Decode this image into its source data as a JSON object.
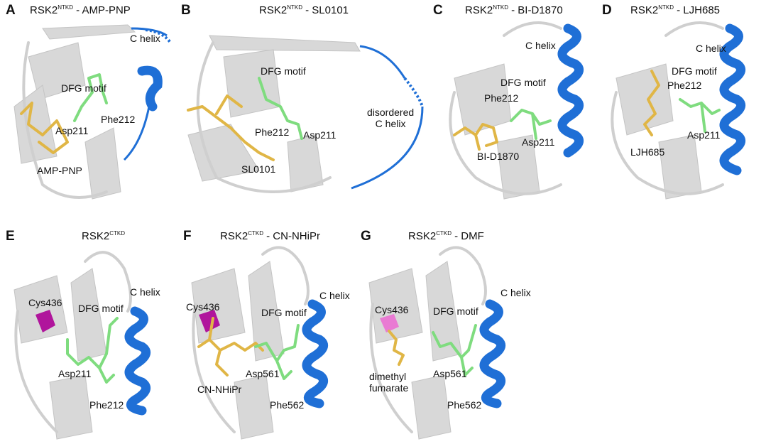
{
  "panels": [
    {
      "letter": "A",
      "title_main": "RSK2",
      "title_sup": "NTKD",
      "title_rest": " - AMP-PNP",
      "labels": {
        "helix": "C helix",
        "motif": "DFG motif",
        "phe": "Phe212",
        "asp": "Asp211",
        "ligand": "AMP-PNP"
      }
    },
    {
      "letter": "B",
      "title_main": "RSK2",
      "title_sup": "NTKD",
      "title_rest": " - SL0101",
      "labels": {
        "motif": "DFG motif",
        "phe": "Phe212",
        "asp": "Asp211",
        "ligand": "SL0101",
        "helix": "disordered\nC helix"
      }
    },
    {
      "letter": "C",
      "title_main": "RSK2",
      "title_sup": "NTKD",
      "title_rest": " - BI-D1870",
      "labels": {
        "helix": "C helix",
        "motif": "DFG motif",
        "phe": "Phe212",
        "asp": "Asp211",
        "ligand": "BI-D1870"
      }
    },
    {
      "letter": "D",
      "title_main": "RSK2",
      "title_sup": "NTKD",
      "title_rest": " - LJH685",
      "labels": {
        "helix": "C helix",
        "motif": "DFG motif",
        "phe": "Phe212",
        "asp": "Asp211",
        "ligand": "LJH685"
      }
    },
    {
      "letter": "E",
      "title_main": "RSK2",
      "title_sup": "CTKD",
      "title_rest": "",
      "labels": {
        "cys": "Cys436",
        "helix": "C helix",
        "motif": "DFG motif",
        "asp": "Asp211",
        "phe": "Phe212"
      }
    },
    {
      "letter": "F",
      "title_main": "RSK2",
      "title_sup": "CTKD",
      "title_rest": " - CN-NHiPr",
      "labels": {
        "cys": "Cys436",
        "helix": "C helix",
        "motif": "DFG motif",
        "asp": "Asp561",
        "phe": "Phe562",
        "ligand": "CN-NHiPr"
      }
    },
    {
      "letter": "G",
      "title_main": "RSK2",
      "title_sup": "CTKD",
      "title_rest": " - DMF",
      "labels": {
        "cys": "Cys436",
        "helix": "C helix",
        "motif": "DFG motif",
        "asp": "Asp561",
        "phe": "Phe562",
        "ligand": "dimethyl\nfumarate"
      }
    }
  ],
  "colors": {
    "ligand": "#e0b646",
    "dfg": "#7fdc7f",
    "helix": "#1f6fd6",
    "cys": "#b0159c",
    "protein": "#d8d8d8"
  }
}
